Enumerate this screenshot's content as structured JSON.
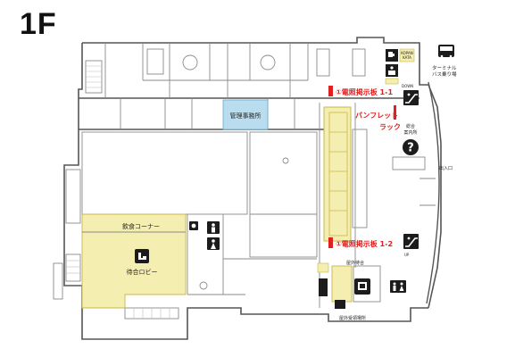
{
  "floor_label": "1F",
  "labels": {
    "management_office": "管理事務所",
    "dining_corner": "飲食コーナー",
    "waiting_lobby": "待合ロビー",
    "terminal_bus_stop_line1": "ターミナル",
    "terminal_bus_stop_line2": "バス乗り場",
    "kopan_line1": "KOPAN",
    "kopan_line2": "KATA",
    "board_1": "①電照掲示板 1-1",
    "board_2": "①電照掲示板 1-2",
    "pamphlet_line1": "パンフレット",
    "pamphlet_line2": "ラック",
    "info_line1": "総合",
    "info_line2": "案内所",
    "entrance": "出入口",
    "outdoor_waiting": "屋外待合",
    "outdoor_boarding": "屋外受領場所",
    "down": "DOWN",
    "up": "UP"
  },
  "colors": {
    "yellow": "#f4eeb0",
    "yellow_border": "#c9b84a",
    "blue": "#b9ddef",
    "red": "#e01f1f",
    "icon": "#1c1c1c"
  }
}
